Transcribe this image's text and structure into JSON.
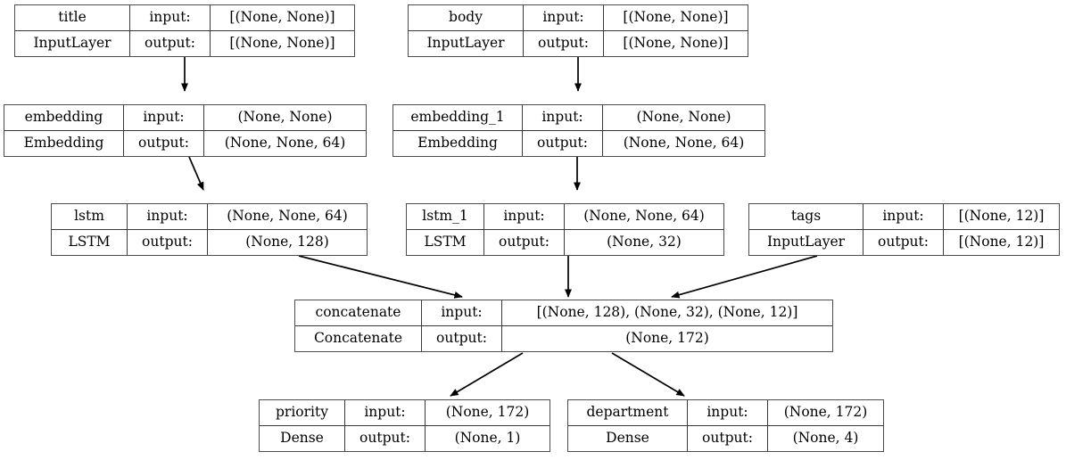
{
  "diagram": {
    "title": "Keras functional model plot",
    "type": "model-architecture-graph",
    "background_color": "#ffffff",
    "box_border_color": "#4d4d4d",
    "edge_color": "#000000",
    "row_labels": {
      "input": "input:",
      "output": "output:"
    }
  },
  "nodes": [
    {
      "id": "title",
      "name": "title",
      "class_name": "InputLayer",
      "input_label": "input:",
      "output_label": "output:",
      "input_shape": "[(None, None)]",
      "output_shape": "[(None, None)]"
    },
    {
      "id": "body",
      "name": "body",
      "class_name": "InputLayer",
      "input_label": "input:",
      "output_label": "output:",
      "input_shape": "[(None, None)]",
      "output_shape": "[(None, None)]"
    },
    {
      "id": "embedding",
      "name": "embedding",
      "class_name": "Embedding",
      "input_label": "input:",
      "output_label": "output:",
      "input_shape": "(None, None)",
      "output_shape": "(None, None, 64)"
    },
    {
      "id": "embedding_1",
      "name": "embedding_1",
      "class_name": "Embedding",
      "input_label": "input:",
      "output_label": "output:",
      "input_shape": "(None, None)",
      "output_shape": "(None, None, 64)"
    },
    {
      "id": "lstm",
      "name": "lstm",
      "class_name": "LSTM",
      "input_label": "input:",
      "output_label": "output:",
      "input_shape": "(None, None, 64)",
      "output_shape": "(None, 128)"
    },
    {
      "id": "lstm_1",
      "name": "lstm_1",
      "class_name": "LSTM",
      "input_label": "input:",
      "output_label": "output:",
      "input_shape": "(None, None, 64)",
      "output_shape": "(None, 32)"
    },
    {
      "id": "tags",
      "name": "tags",
      "class_name": "InputLayer",
      "input_label": "input:",
      "output_label": "output:",
      "input_shape": "[(None, 12)]",
      "output_shape": "[(None, 12)]"
    },
    {
      "id": "concatenate",
      "name": "concatenate",
      "class_name": "Concatenate",
      "input_label": "input:",
      "output_label": "output:",
      "input_shape": "[(None, 128), (None, 32), (None, 12)]",
      "output_shape": "(None, 172)"
    },
    {
      "id": "priority",
      "name": "priority",
      "class_name": "Dense",
      "input_label": "input:",
      "output_label": "output:",
      "input_shape": "(None, 172)",
      "output_shape": "(None, 1)"
    },
    {
      "id": "department",
      "name": "department",
      "class_name": "Dense",
      "input_label": "input:",
      "output_label": "output:",
      "input_shape": "(None, 172)",
      "output_shape": "(None, 4)"
    }
  ],
  "edges": [
    {
      "from": "title",
      "to": "embedding"
    },
    {
      "from": "body",
      "to": "embedding_1"
    },
    {
      "from": "embedding",
      "to": "lstm"
    },
    {
      "from": "embedding_1",
      "to": "lstm_1"
    },
    {
      "from": "lstm",
      "to": "concatenate"
    },
    {
      "from": "lstm_1",
      "to": "concatenate"
    },
    {
      "from": "tags",
      "to": "concatenate"
    },
    {
      "from": "concatenate",
      "to": "priority"
    },
    {
      "from": "concatenate",
      "to": "department"
    }
  ]
}
